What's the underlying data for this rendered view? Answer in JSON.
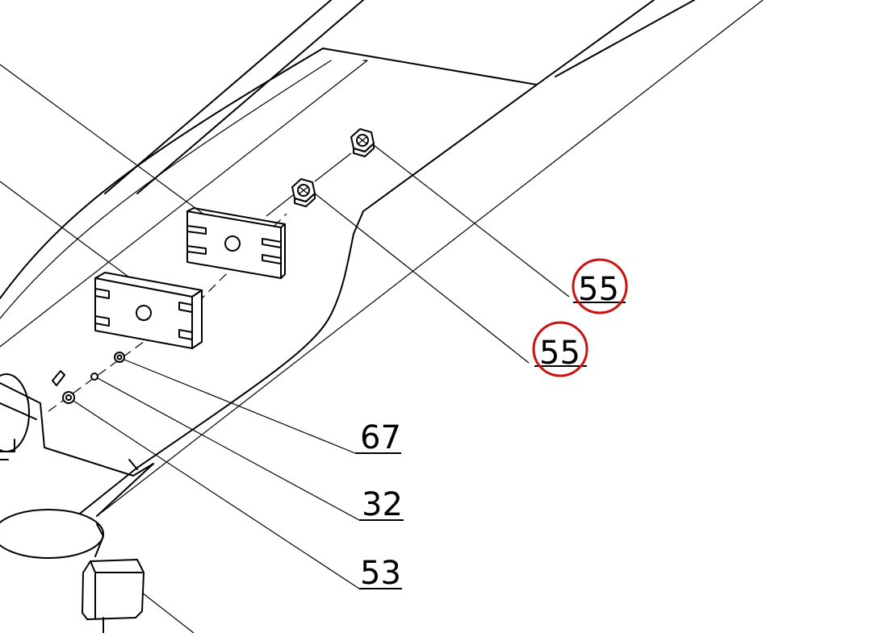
{
  "callouts": [
    {
      "id": "c55a",
      "text": "55",
      "highlighted": true
    },
    {
      "id": "c55b",
      "text": "55",
      "highlighted": true
    },
    {
      "id": "c67",
      "text": "67",
      "highlighted": false
    },
    {
      "id": "c32",
      "text": "32",
      "highlighted": false
    },
    {
      "id": "c53",
      "text": "53",
      "highlighted": false
    }
  ],
  "colors": {
    "line": "#000000",
    "highlight_circle": "#cc1111",
    "background": "#ffffff"
  }
}
